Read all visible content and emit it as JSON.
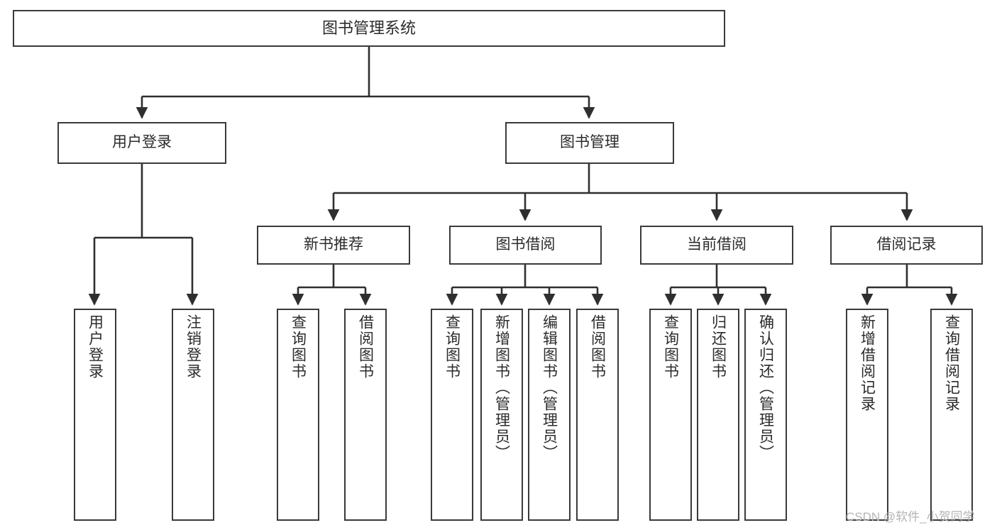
{
  "diagram": {
    "title": "图书管理系统",
    "type": "tree-hierarchy",
    "watermark": "CSDN @软件_小贺同学",
    "colors": {
      "box_border": "#3a3a3a",
      "box_fill": "#ffffff",
      "connector": "#2f2f2f",
      "text": "#2b2b2b",
      "watermark": "#b4b4b4"
    },
    "root": {
      "label": "图书管理系统"
    },
    "level2": [
      {
        "label": "用户登录"
      },
      {
        "label": "图书管理"
      }
    ],
    "level3": [
      {
        "label": "新书推荐"
      },
      {
        "label": "图书借阅"
      },
      {
        "label": "当前借阅"
      },
      {
        "label": "借阅记录"
      }
    ],
    "leaves": {
      "user_login": [
        {
          "label": "用户登录"
        },
        {
          "label": "注销登录"
        }
      ],
      "new_book_recommend": [
        {
          "label": "查询图书"
        },
        {
          "label": "借阅图书"
        }
      ],
      "book_borrow": [
        {
          "label": "查询图书"
        },
        {
          "label": "新增图书（管理员）"
        },
        {
          "label": "编辑图书（管理员）"
        },
        {
          "label": "借阅图书"
        }
      ],
      "current_borrow": [
        {
          "label": "查询图书"
        },
        {
          "label": "归还图书"
        },
        {
          "label": "确认归还（管理员）"
        }
      ],
      "borrow_record": [
        {
          "label": "新增借阅记录"
        },
        {
          "label": "查询借阅记录"
        }
      ]
    }
  }
}
